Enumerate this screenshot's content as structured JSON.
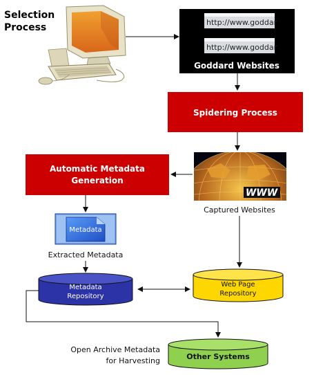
{
  "selection": {
    "label_line1": "Selection",
    "label_line2": "Process"
  },
  "goddard": {
    "url_top": "http://www.goddar",
    "url_bottom": "http://www.goddar",
    "label": "Goddard Websites"
  },
  "spidering": {
    "label": "Spidering Process"
  },
  "auto_meta": {
    "label_line1": "Automatic Metadata",
    "label_line2": "Generation"
  },
  "globe": {
    "badge": "WWW"
  },
  "captured": {
    "label": "Captured Websites"
  },
  "metadata_doc": {
    "label": "Metadata"
  },
  "extracted": {
    "label": "Extracted Metadata"
  },
  "meta_repo": {
    "label_line1": "Metadata",
    "label_line2": "Repository"
  },
  "web_repo": {
    "label_line1": "Web Page",
    "label_line2": "Repository"
  },
  "open_archive": {
    "label_line1": "Open Archive Metadata",
    "label_line2": "for Harvesting"
  },
  "other_systems": {
    "label": "Other Systems"
  },
  "colors": {
    "red_box": "#cc0000",
    "blue_cylinder": "#2b33a6",
    "yellow_cylinder": "#ffd700",
    "green_cylinder": "#8fd14f",
    "doc_blue": "#2f6fe0"
  }
}
